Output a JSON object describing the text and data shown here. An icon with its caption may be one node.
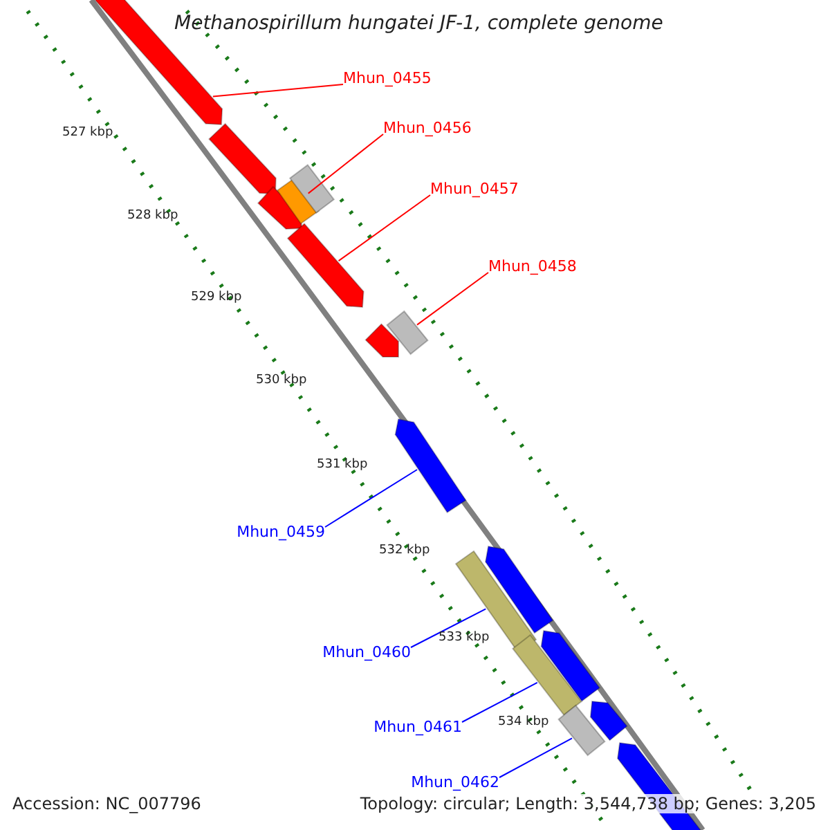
{
  "diagram": {
    "title": "Methanospirillum hungatei JF-1, complete genome",
    "nodes": [
      {
        "text": [],
        "shape": "arrow"
      },
      {
        "text": [],
        "shape": "arrow"
      },
      {
        "text": [],
        "shape": "arrow"
      },
      {
        "text": [],
        "shape": "bar"
      },
      {
        "text": [],
        "shape": "bar"
      },
      {
        "text": [],
        "shape": "arrow"
      },
      {
        "text": [],
        "shape": "arrow"
      },
      {
        "text": [],
        "shape": "bar"
      },
      {
        "text": [],
        "shape": "arrow"
      },
      {
        "text": [],
        "shape": "bar"
      },
      {
        "text": [],
        "shape": "arrow"
      },
      {
        "text": [],
        "shape": "arrow"
      },
      {
        "text": [],
        "shape": "bar"
      },
      {
        "text": [],
        "shape": "arrow"
      },
      {
        "text": [],
        "shape": "bar"
      },
      {
        "text": [],
        "shape": "arrow"
      },
      {
        "text": [
          "Mhun_0455"
        ]
      },
      {
        "text": [
          "Mhun_0456"
        ]
      },
      {
        "text": [
          "Mhun_0457"
        ]
      },
      {
        "text": [
          "Mhun_0458"
        ]
      },
      {
        "text": [
          "Mhun_0459"
        ]
      },
      {
        "text": [
          "Mhun_0460"
        ]
      },
      {
        "text": [
          "Mhun_0461"
        ]
      },
      {
        "text": [
          "Mhun_0462"
        ]
      }
    ],
    "edges": [
      {
        "from": 16,
        "to": 0,
        "arrow": "none",
        "color": "#ff0000"
      },
      {
        "from": 17,
        "to": 3,
        "arrow": "none",
        "color": "#ff0000"
      },
      {
        "from": 18,
        "to": 5,
        "arrow": "none",
        "color": "#ff0000"
      },
      {
        "from": 19,
        "to": 7,
        "arrow": "none",
        "color": "#ff0000"
      },
      {
        "from": 20,
        "to": 8,
        "arrow": "none",
        "color": "#0000ff"
      },
      {
        "from": 21,
        "to": 9,
        "arrow": "none",
        "color": "#0000ff"
      },
      {
        "from": 22,
        "to": 12,
        "arrow": "none",
        "color": "#0000ff"
      },
      {
        "from": 23,
        "to": 14,
        "arrow": "none",
        "color": "#0000ff"
      }
    ],
    "labels": [
      "527 kbp",
      "528 kbp",
      "529 kbp",
      "530 kbp",
      "531 kbp",
      "532 kbp",
      "533 kbp",
      "534 kbp",
      "Accession: NC_007796",
      "Topology: circular; Length: 3,544,738 bp; Genes: 3,205"
    ]
  }
}
